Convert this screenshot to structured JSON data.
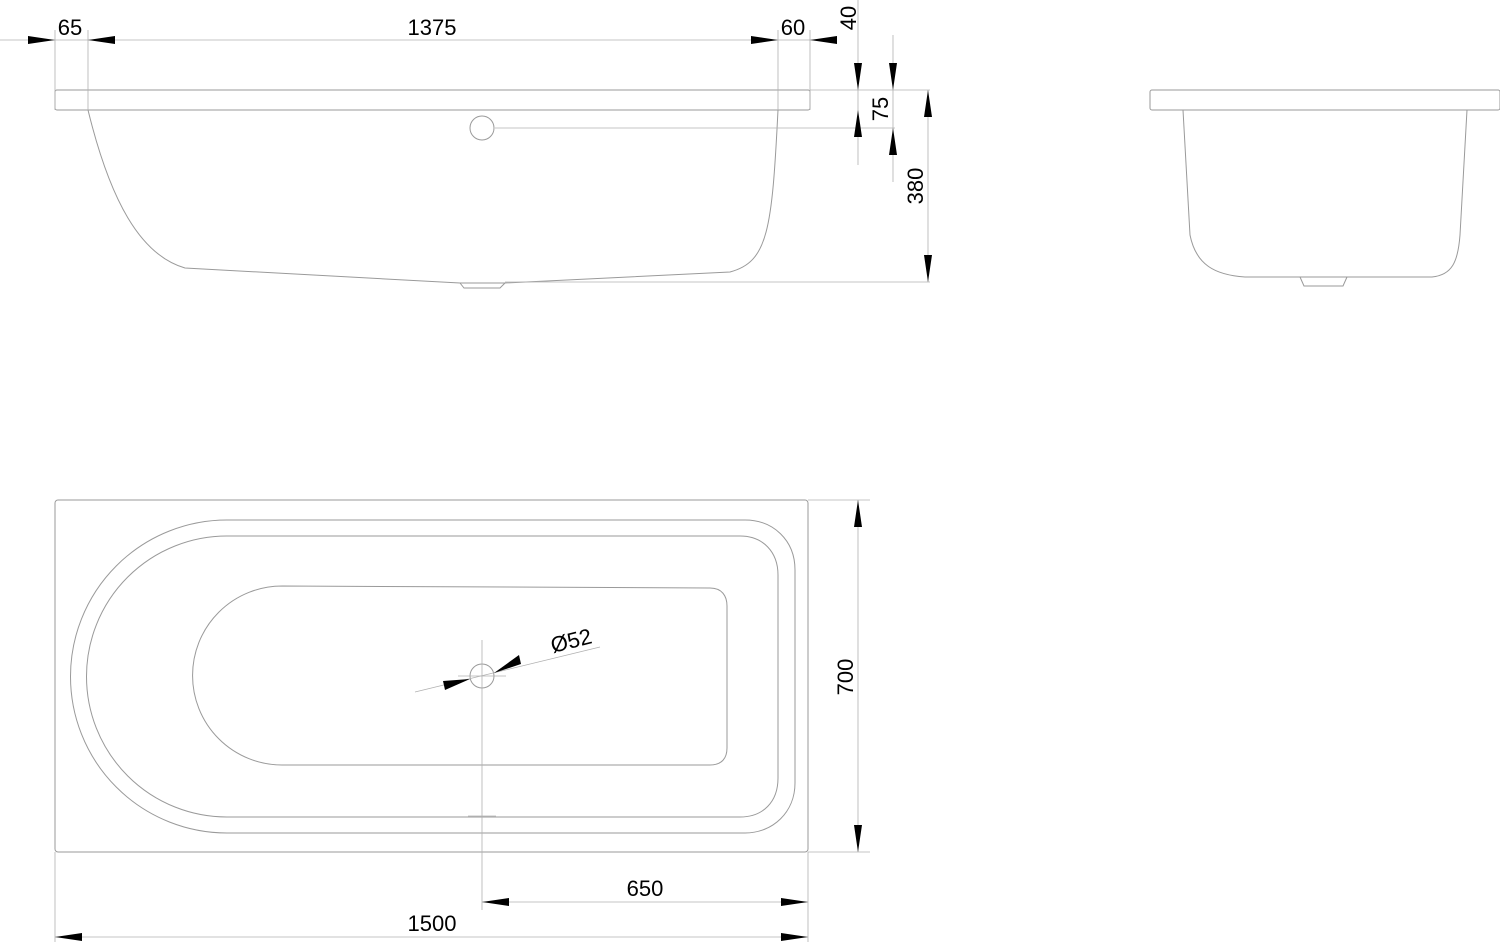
{
  "side_view": {
    "dims": {
      "left_rim": "65",
      "inner_length": "1375",
      "right_rim": "60",
      "rim_height": "40",
      "overflow_height": "75",
      "depth": "380"
    }
  },
  "top_view": {
    "dims": {
      "drain_diameter": "Ø52",
      "width": "700",
      "drain_offset": "650",
      "length": "1500"
    }
  }
}
